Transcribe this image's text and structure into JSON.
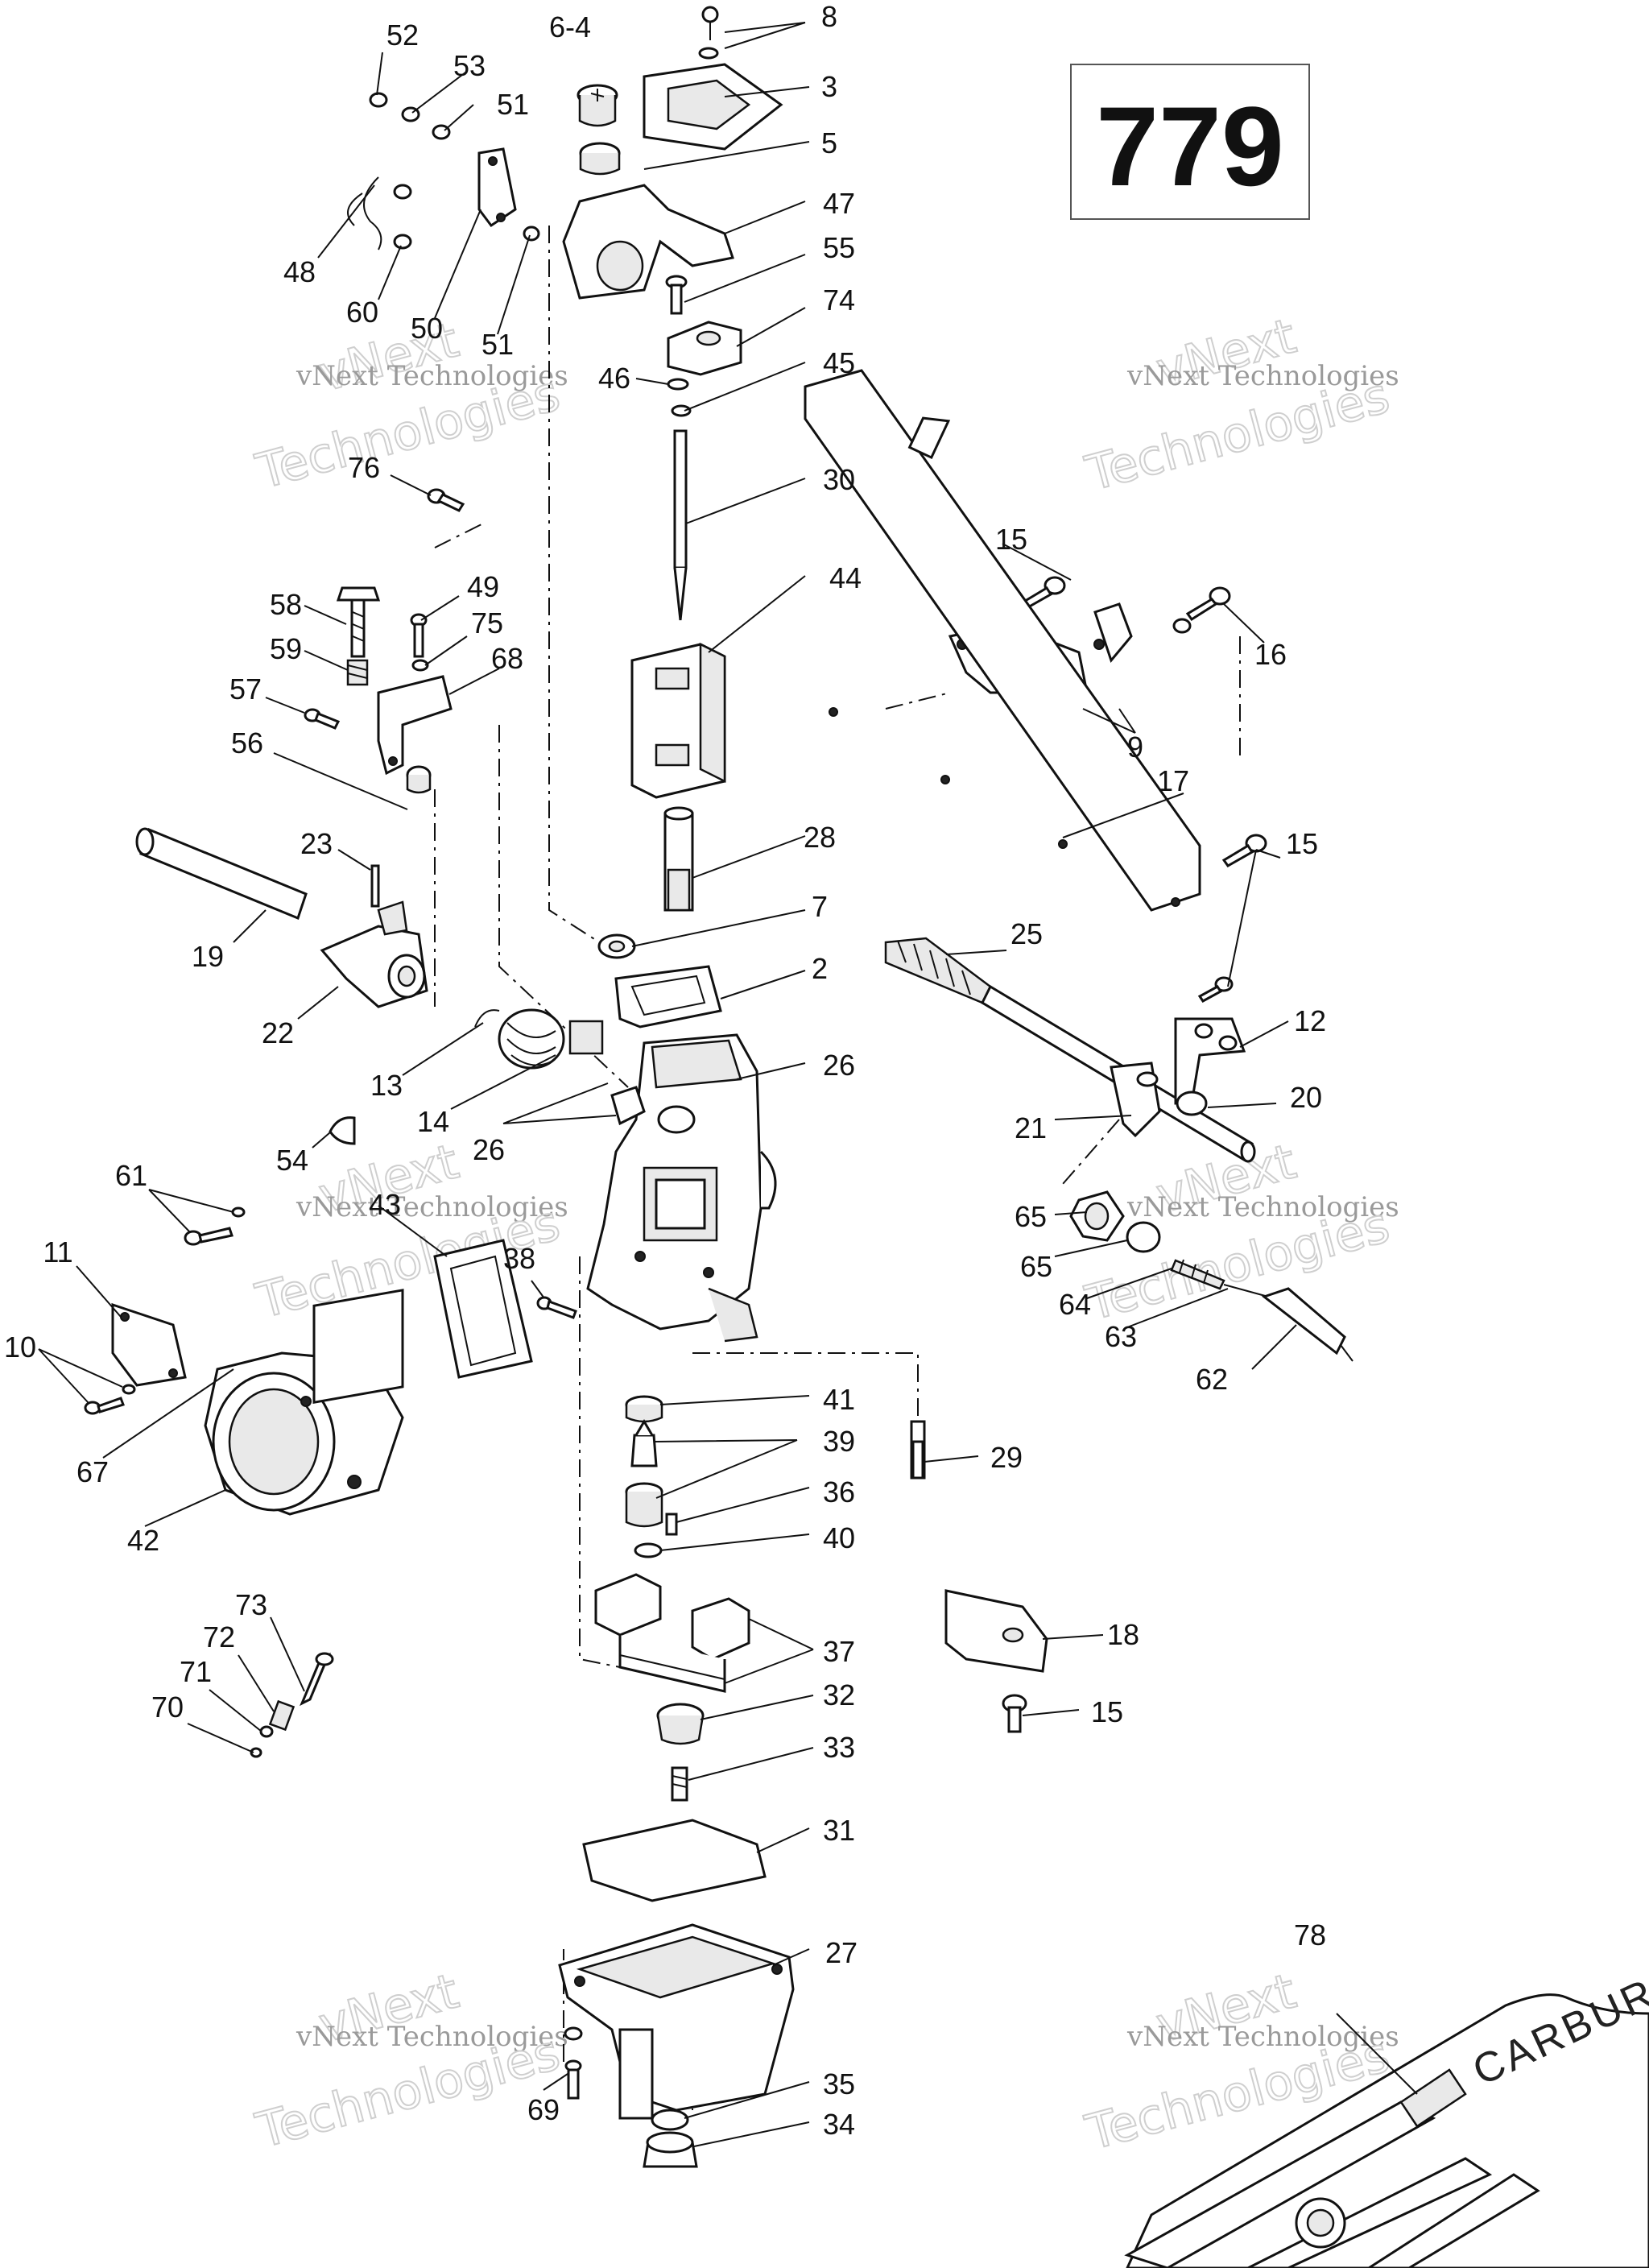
{
  "page_number": "779",
  "watermark": {
    "line1": "vNext",
    "line2": "vNext Technologies",
    "line3": "Technologies"
  },
  "tool_kit_lettering": "CARBURA",
  "callouts": [
    {
      "id": "c8",
      "label": "8"
    },
    {
      "id": "c6-4",
      "label": "6-4"
    },
    {
      "id": "c52",
      "label": "52"
    },
    {
      "id": "c53",
      "label": "53"
    },
    {
      "id": "c51a",
      "label": "51"
    },
    {
      "id": "c3",
      "label": "3"
    },
    {
      "id": "c5",
      "label": "5"
    },
    {
      "id": "c47",
      "label": "47"
    },
    {
      "id": "c48",
      "label": "48"
    },
    {
      "id": "c55",
      "label": "55"
    },
    {
      "id": "c60",
      "label": "60"
    },
    {
      "id": "c50",
      "label": "50"
    },
    {
      "id": "c51b",
      "label": "51"
    },
    {
      "id": "c74",
      "label": "74"
    },
    {
      "id": "c46",
      "label": "46"
    },
    {
      "id": "c45",
      "label": "45"
    },
    {
      "id": "c76",
      "label": "76"
    },
    {
      "id": "c30",
      "label": "30"
    },
    {
      "id": "c15a",
      "label": "15"
    },
    {
      "id": "c44",
      "label": "44"
    },
    {
      "id": "c58",
      "label": "58"
    },
    {
      "id": "c49",
      "label": "49"
    },
    {
      "id": "c75",
      "label": "75"
    },
    {
      "id": "c16",
      "label": "16"
    },
    {
      "id": "c59",
      "label": "59"
    },
    {
      "id": "c68",
      "label": "68"
    },
    {
      "id": "c57",
      "label": "57"
    },
    {
      "id": "c9",
      "label": "9"
    },
    {
      "id": "c56",
      "label": "56"
    },
    {
      "id": "c17",
      "label": "17"
    },
    {
      "id": "c28",
      "label": "28"
    },
    {
      "id": "c23",
      "label": "23"
    },
    {
      "id": "c15b",
      "label": "15"
    },
    {
      "id": "c7",
      "label": "7"
    },
    {
      "id": "c19",
      "label": "19"
    },
    {
      "id": "c25",
      "label": "25"
    },
    {
      "id": "c2",
      "label": "2"
    },
    {
      "id": "c22",
      "label": "22"
    },
    {
      "id": "c12",
      "label": "12"
    },
    {
      "id": "c26a",
      "label": "26"
    },
    {
      "id": "c13",
      "label": "13"
    },
    {
      "id": "c20",
      "label": "20"
    },
    {
      "id": "c14",
      "label": "14"
    },
    {
      "id": "c21",
      "label": "21"
    },
    {
      "id": "c26b",
      "label": "26"
    },
    {
      "id": "c54",
      "label": "54"
    },
    {
      "id": "c61",
      "label": "61"
    },
    {
      "id": "c43",
      "label": "43"
    },
    {
      "id": "c65a",
      "label": "65"
    },
    {
      "id": "c11",
      "label": "11"
    },
    {
      "id": "c38",
      "label": "38"
    },
    {
      "id": "c65b",
      "label": "65"
    },
    {
      "id": "c64",
      "label": "64"
    },
    {
      "id": "c63",
      "label": "63"
    },
    {
      "id": "c10",
      "label": "10"
    },
    {
      "id": "c62",
      "label": "62"
    },
    {
      "id": "c41",
      "label": "41"
    },
    {
      "id": "c67",
      "label": "67"
    },
    {
      "id": "c39",
      "label": "39"
    },
    {
      "id": "c29",
      "label": "29"
    },
    {
      "id": "c36",
      "label": "36"
    },
    {
      "id": "c42",
      "label": "42"
    },
    {
      "id": "c40",
      "label": "40"
    },
    {
      "id": "c73",
      "label": "73"
    },
    {
      "id": "c18",
      "label": "18"
    },
    {
      "id": "c72",
      "label": "72"
    },
    {
      "id": "c37",
      "label": "37"
    },
    {
      "id": "c71",
      "label": "71"
    },
    {
      "id": "c32",
      "label": "32"
    },
    {
      "id": "c15c",
      "label": "15"
    },
    {
      "id": "c70",
      "label": "70"
    },
    {
      "id": "c33",
      "label": "33"
    },
    {
      "id": "c31",
      "label": "31"
    },
    {
      "id": "c78",
      "label": "78"
    },
    {
      "id": "c27",
      "label": "27"
    },
    {
      "id": "c35",
      "label": "35"
    },
    {
      "id": "c34",
      "label": "34"
    },
    {
      "id": "c69",
      "label": "69"
    }
  ]
}
